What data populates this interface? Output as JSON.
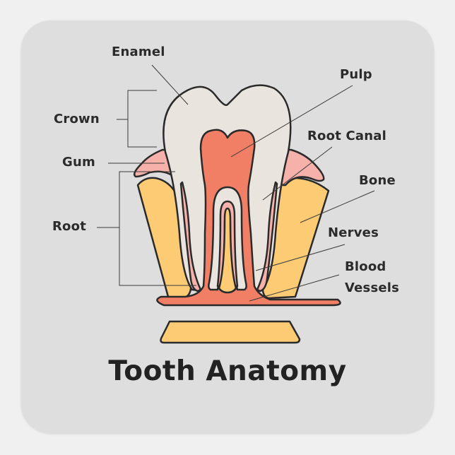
{
  "title": "Tooth Anatomy",
  "labels": {
    "enamel": "Enamel",
    "pulp": "Pulp",
    "crown": "Crown",
    "root_canal": "Root Canal",
    "gum": "Gum",
    "bone": "Bone",
    "root": "Root",
    "nerves": "Nerves",
    "blood": "Blood",
    "vessels": "Vessels"
  },
  "colors": {
    "background": "#dedede",
    "enamel": "#e9e4de",
    "pulp": "#f07f66",
    "gum": "#f6b1ab",
    "bone": "#fccb74",
    "outline": "#2a2a2a"
  }
}
